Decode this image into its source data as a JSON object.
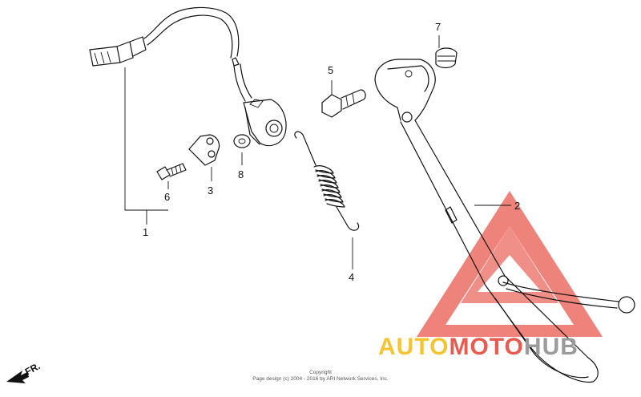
{
  "diagram": {
    "part_labels": {
      "p1": "1",
      "p2": "2",
      "p3": "3",
      "p4": "4",
      "p5": "5",
      "p6": "6",
      "p7": "7",
      "p8": "8"
    },
    "direction_marker": "FR.",
    "copyright_line1": "Copyright",
    "copyright_line2": "Page design (c) 2004 - 2016 by ARI Network Services, Inc."
  },
  "watermark": {
    "part1": "AUTO",
    "part2": "MOTO",
    "part3": "HUB",
    "color_part1": "#f5c431",
    "color_part2": "#e95a4f",
    "color_part3": "#9b9b9b",
    "triangle_color": "#e95a4f"
  }
}
